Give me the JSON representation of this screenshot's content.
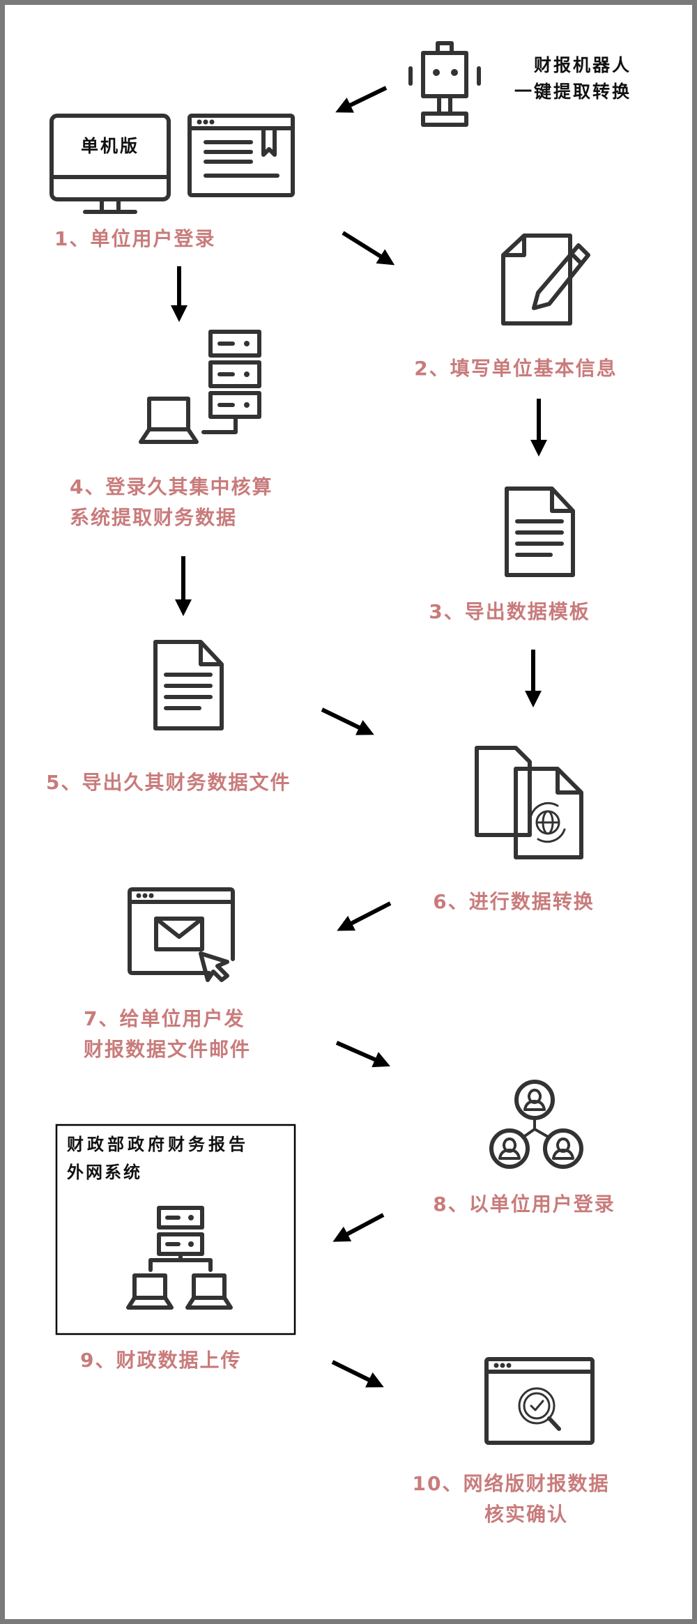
{
  "robot": {
    "line1": "财报机器人",
    "line2": "一键提取转换"
  },
  "monitor_text": "单机版",
  "steps": [
    {
      "lines": [
        "1、单位用户登录"
      ]
    },
    {
      "lines": [
        "2、填写单位基本信息"
      ]
    },
    {
      "lines": [
        "3、导出数据模板"
      ]
    },
    {
      "lines": [
        "4、登录久其集中核算",
        "系统提取财务数据"
      ]
    },
    {
      "lines": [
        "5、导出久其财务数据文件"
      ]
    },
    {
      "lines": [
        "6、进行数据转换"
      ]
    },
    {
      "lines": [
        "7、给单位用户发",
        "财报数据文件邮件"
      ]
    },
    {
      "lines": [
        "8、以单位用户登录"
      ]
    },
    {
      "lines": [
        "9、财政数据上传"
      ]
    },
    {
      "lines": [
        "10、网络版财报数据",
        "核实确认"
      ]
    }
  ],
  "system_box": {
    "line1": "财政部政府财务报告",
    "line2": "外网系统"
  },
  "colors": {
    "label": "#c97b7b",
    "icon": "#333333",
    "border": "#7a7a7a"
  }
}
